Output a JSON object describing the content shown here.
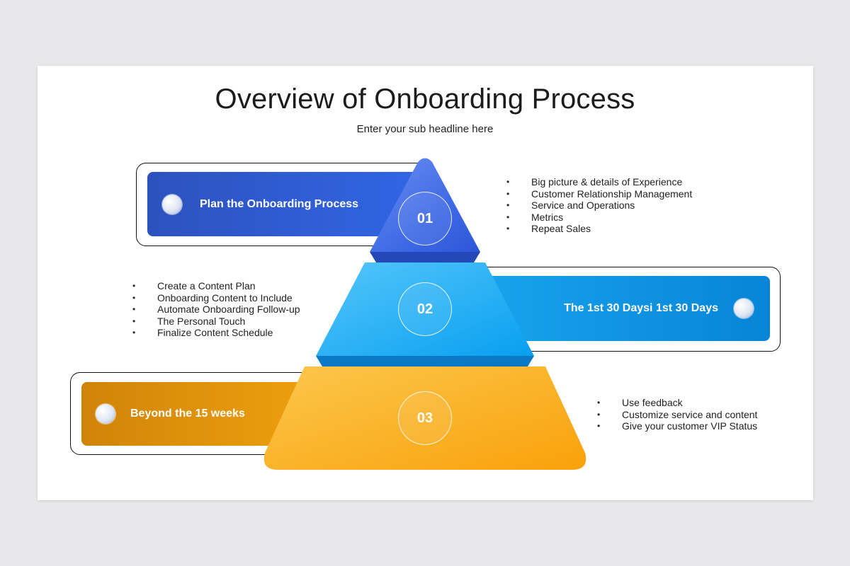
{
  "title": "Overview of Onboarding Process",
  "subtitle": "Enter your sub headline here",
  "colors": {
    "tier1": "#3166e6",
    "tier2": "#0ea5ef",
    "tier3": "#f7a912"
  },
  "steps": [
    {
      "number": "01",
      "label": "Plan the Onboarding Process",
      "bullets": [
        "Big picture & details of Experience",
        "Customer Relationship Management",
        "Service and Operations",
        "Metrics",
        "Repeat Sales"
      ]
    },
    {
      "number": "02",
      "label": "The 1st 30 Daysi 1st 30 Days",
      "bullets": [
        "Create a Content Plan",
        "Onboarding Content to Include",
        "Automate Onboarding Follow-up",
        "The Personal Touch",
        "Finalize Content Schedule"
      ]
    },
    {
      "number": "03",
      "label": "Beyond the 15 weeks",
      "bullets": [
        "Use feedback",
        "Customize service and content",
        "Give your customer VIP Status"
      ]
    }
  ]
}
